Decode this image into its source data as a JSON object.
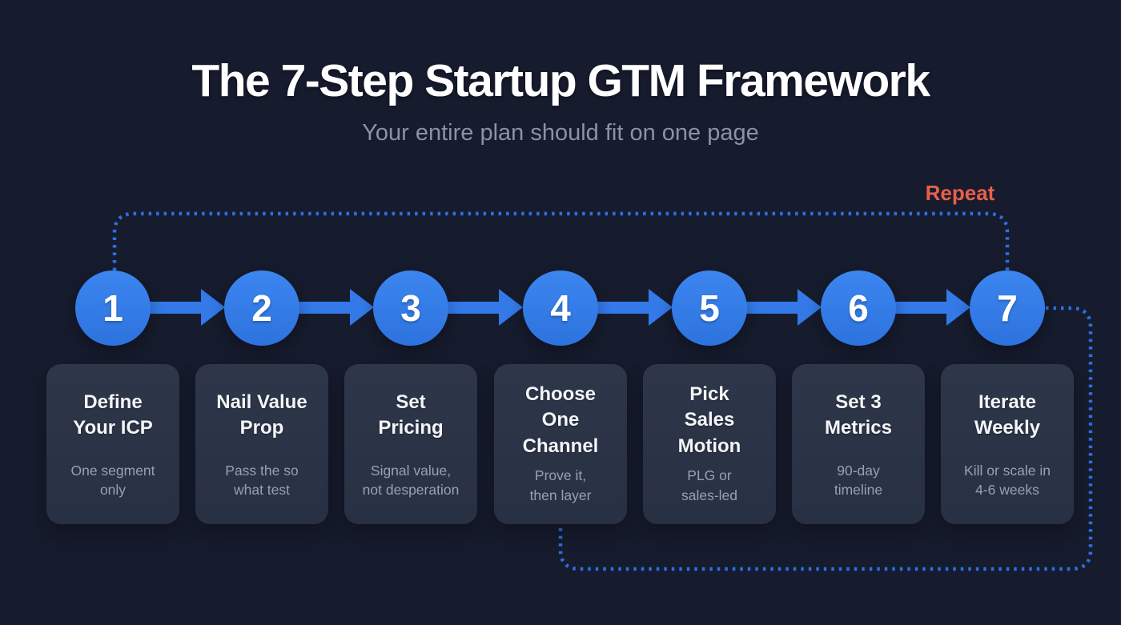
{
  "header": {
    "title": "The 7-Step Startup GTM Framework",
    "subtitle": "Your entire plan should fit on one page"
  },
  "loop": {
    "repeat_label": "Repeat"
  },
  "steps": [
    {
      "number": "1",
      "title": "Define\nYour ICP",
      "subtitle": "One segment\nonly"
    },
    {
      "number": "2",
      "title": "Nail Value\nProp",
      "subtitle": "Pass the so\nwhat test"
    },
    {
      "number": "3",
      "title": "Set\nPricing",
      "subtitle": "Signal value,\nnot desperation"
    },
    {
      "number": "4",
      "title": "Choose\nOne\nChannel",
      "subtitle": "Prove it,\nthen layer"
    },
    {
      "number": "5",
      "title": "Pick\nSales\nMotion",
      "subtitle": "PLG or\nsales-led"
    },
    {
      "number": "6",
      "title": "Set 3\nMetrics",
      "subtitle": "90-day\ntimeline"
    },
    {
      "number": "7",
      "title": "Iterate\nWeekly",
      "subtitle": "Kill or scale in\n4-6 weeks"
    }
  ],
  "colors": {
    "background": "#161B2D",
    "accent_blue": "#3379E8",
    "dotted_line_blue": "#2E6EE0",
    "repeat_orange": "#E7604A",
    "card_background": "#2B3345",
    "title_white": "#FFFFFF",
    "muted_text": "#98A1B3"
  }
}
